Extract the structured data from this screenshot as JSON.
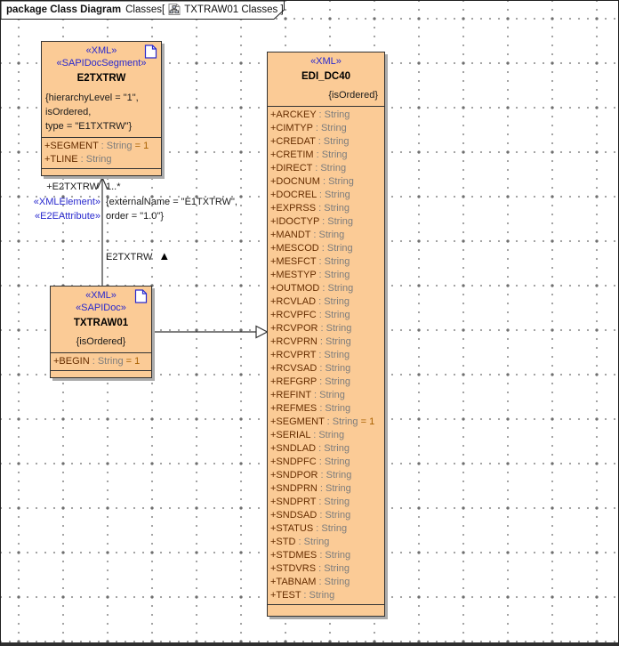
{
  "header": {
    "keyword": "package Class Diagram",
    "context": "Classes[",
    "icon": "diagram-icon",
    "name": "TXTRAW01 Classes ]"
  },
  "colors": {
    "box_fill": "#FBCB96",
    "box_border": "#333333",
    "shadow": "#ABABAB",
    "stereotype_blue": "#2929CE",
    "attr_name": "#662D00",
    "attr_type": "#7D7D7D",
    "attr_default": "#A86000"
  },
  "classes": [
    {
      "id": "E2TXTRW",
      "stereotypes": [
        "«XML»",
        "«SAPIDocSegment»"
      ],
      "name": "E2TXTRW",
      "constraint_align": "left",
      "constraint_lines": [
        "{hierarchyLevel = \"1\",",
        "isOrdered,",
        "type = \"E1TXTRW\"}"
      ],
      "corner_icon": "document-icon",
      "attributes": [
        {
          "n": "+SEGMENT",
          "t": " : String",
          "d": " = 1"
        },
        {
          "n": "+TLINE",
          "t": " : String"
        }
      ]
    },
    {
      "id": "TXTRAW01",
      "stereotypes": [
        "«XML»",
        "«SAPIDoc»"
      ],
      "name": "TXTRAW01",
      "constraint_align": "center",
      "constraint_lines": [
        "{isOrdered}"
      ],
      "corner_icon": "document-icon",
      "attributes": [
        {
          "n": "+BEGIN",
          "t": " : String",
          "d": " = 1"
        }
      ]
    },
    {
      "id": "EDI_DC40",
      "stereotypes": [
        "«XML»"
      ],
      "name": "EDI_DC40",
      "constraint_align": "right",
      "constraint_lines": [
        "{isOrdered}"
      ],
      "corner_icon": null,
      "attributes": [
        {
          "n": "+ARCKEY",
          "t": " : String"
        },
        {
          "n": "+CIMTYP",
          "t": " : String"
        },
        {
          "n": "+CREDAT",
          "t": " : String"
        },
        {
          "n": "+CRETIM",
          "t": " : String"
        },
        {
          "n": "+DIRECT",
          "t": " : String"
        },
        {
          "n": "+DOCNUM",
          "t": " : String"
        },
        {
          "n": "+DOCREL",
          "t": " : String"
        },
        {
          "n": "+EXPRSS",
          "t": " : String"
        },
        {
          "n": "+IDOCTYP",
          "t": " : String"
        },
        {
          "n": "+MANDT",
          "t": " : String"
        },
        {
          "n": "+MESCOD",
          "t": " : String"
        },
        {
          "n": "+MESFCT",
          "t": " : String"
        },
        {
          "n": "+MESTYP",
          "t": " : String"
        },
        {
          "n": "+OUTMOD",
          "t": " : String"
        },
        {
          "n": "+RCVLAD",
          "t": " : String"
        },
        {
          "n": "+RCVPFC",
          "t": " : String"
        },
        {
          "n": "+RCVPOR",
          "t": " : String"
        },
        {
          "n": "+RCVPRN",
          "t": " : String"
        },
        {
          "n": "+RCVPRT",
          "t": " : String"
        },
        {
          "n": "+RCVSAD",
          "t": " : String"
        },
        {
          "n": "+REFGRP",
          "t": " : String"
        },
        {
          "n": "+REFINT",
          "t": " : String"
        },
        {
          "n": "+REFMES",
          "t": " : String"
        },
        {
          "n": "+SEGMENT",
          "t": " : String",
          "d": " = 1"
        },
        {
          "n": "+SERIAL",
          "t": " : String"
        },
        {
          "n": "+SNDLAD",
          "t": " : String"
        },
        {
          "n": "+SNDPFC",
          "t": " : String"
        },
        {
          "n": "+SNDPOR",
          "t": " : String"
        },
        {
          "n": "+SNDPRN",
          "t": " : String"
        },
        {
          "n": "+SNDPRT",
          "t": " : String"
        },
        {
          "n": "+SNDSAD",
          "t": " : String"
        },
        {
          "n": "+STATUS",
          "t": " : String"
        },
        {
          "n": "+STD",
          "t": " : String"
        },
        {
          "n": "+STDMES",
          "t": " : String"
        },
        {
          "n": "+STDVRS",
          "t": " : String"
        },
        {
          "n": "+TABNAM",
          "t": " : String"
        },
        {
          "n": "+TEST",
          "t": " : String"
        }
      ]
    }
  ],
  "connector_labels": {
    "source_role": "+E2TXTRW",
    "multiplicity": "1..*",
    "stereotype_lines": [
      "«XMLElement»",
      "«E2EAttribute»"
    ],
    "constraint_lines": [
      "{externalName = \"E1TXTRW\",",
      "order = \"1.0\"}"
    ],
    "direction_label": "E2TXTRW",
    "direction_arrow": "▲"
  }
}
